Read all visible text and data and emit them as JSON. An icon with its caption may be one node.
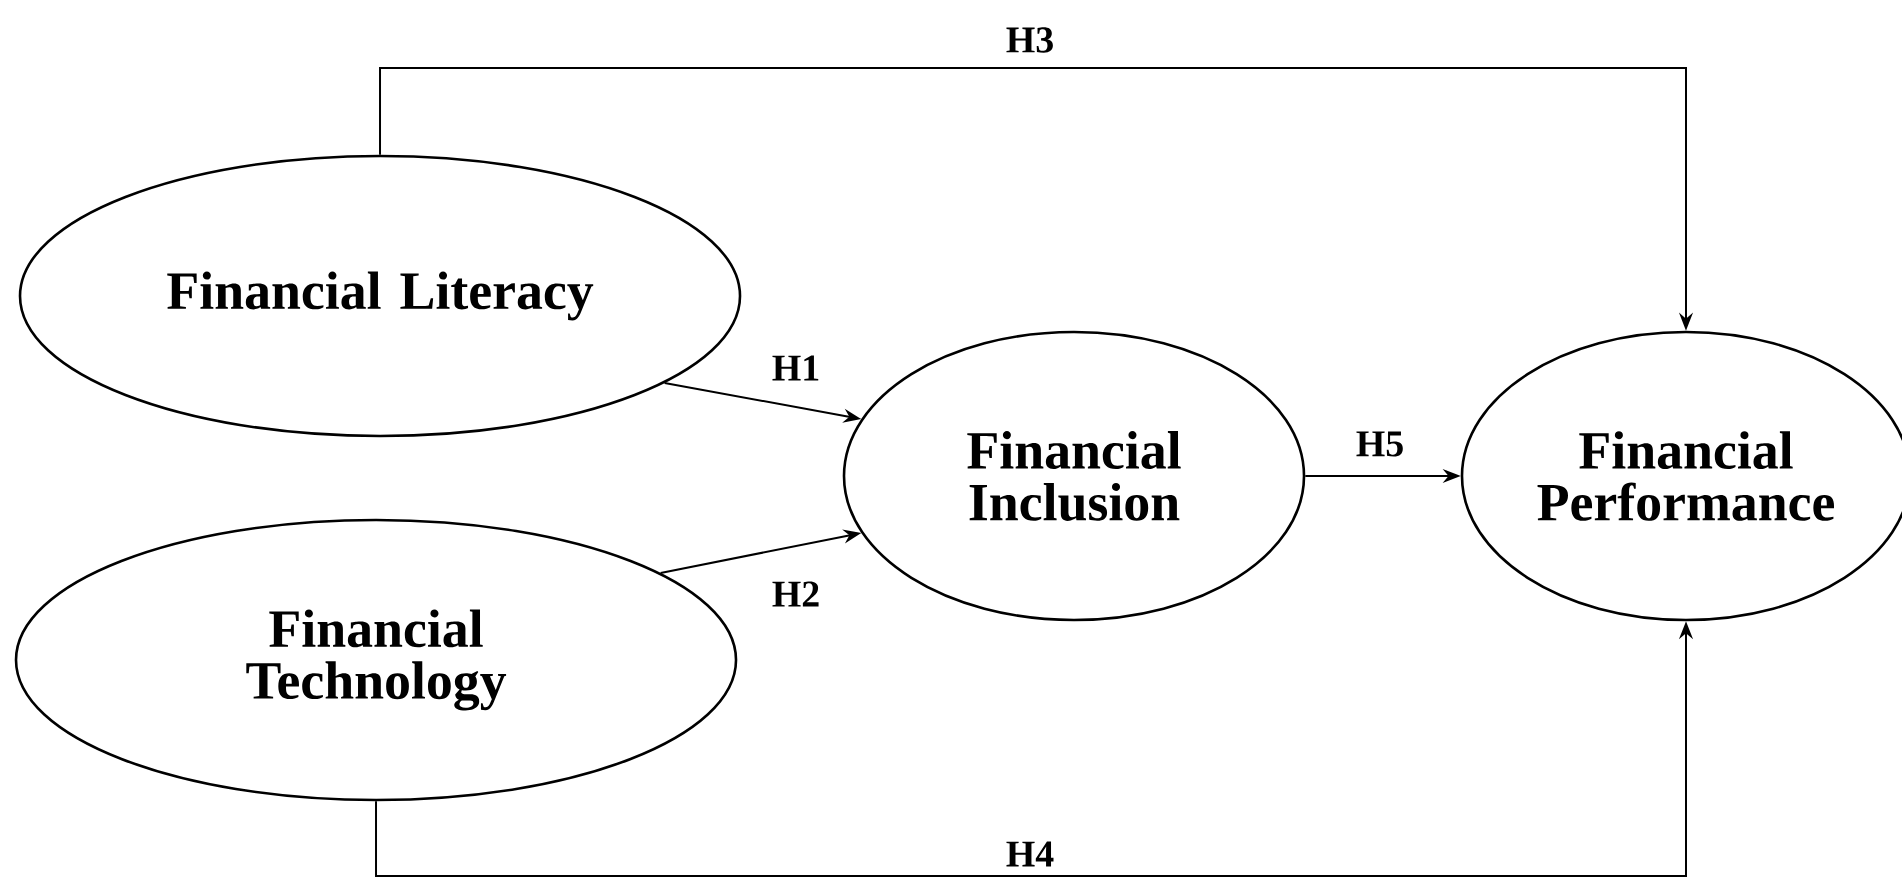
{
  "diagram": {
    "nodes": [
      {
        "text": [
          "Financial Literacy"
        ]
      },
      {
        "text": [
          "Financial Technology"
        ]
      },
      {
        "text": [
          "Financial Inclusion"
        ]
      },
      {
        "text": [
          "Financial Performance"
        ]
      }
    ],
    "edges": [
      {
        "from": 0,
        "to": 2,
        "arrow": "to",
        "label": "H1"
      },
      {
        "from": 1,
        "to": 2,
        "arrow": "to",
        "label": "H2"
      },
      {
        "from": 0,
        "to": 3,
        "arrow": "to",
        "label": "H3"
      },
      {
        "from": 1,
        "to": 3,
        "arrow": "to",
        "label": "H4"
      },
      {
        "from": 2,
        "to": 3,
        "arrow": "to",
        "label": "H5"
      }
    ]
  }
}
